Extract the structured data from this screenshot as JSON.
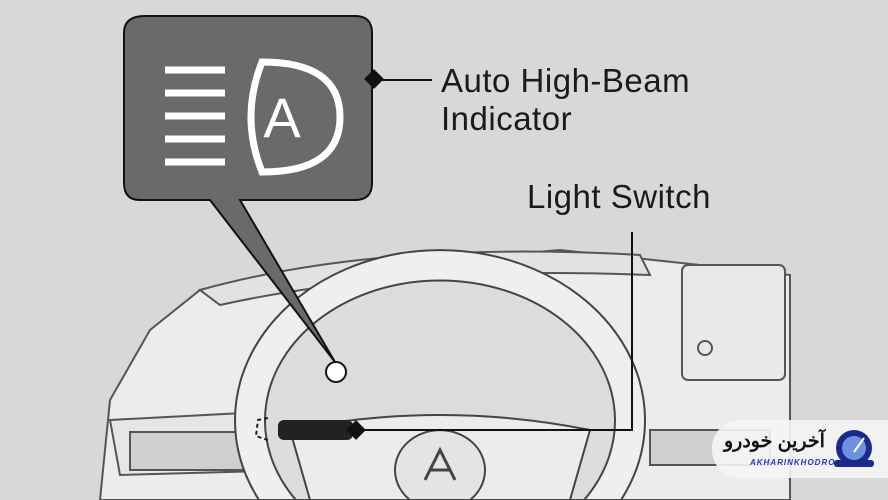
{
  "labels": {
    "auto_high_beam": "Auto High-Beam\nIndicator",
    "auto_high_beam_line1": "Auto High-Beam",
    "auto_high_beam_line2": "Indicator",
    "light_switch": "Light Switch"
  },
  "indicator_symbol": {
    "letter": "A",
    "icon": "auto-high-beam-icon"
  },
  "watermark": {
    "text_fa": "آخرین خودرو",
    "text_en": "AKHARINKHODRO"
  },
  "colors": {
    "background": "#d8d8d8",
    "callout": "#6a6a6a",
    "symbol": "#ffffff",
    "text": "#1a1a1a"
  }
}
